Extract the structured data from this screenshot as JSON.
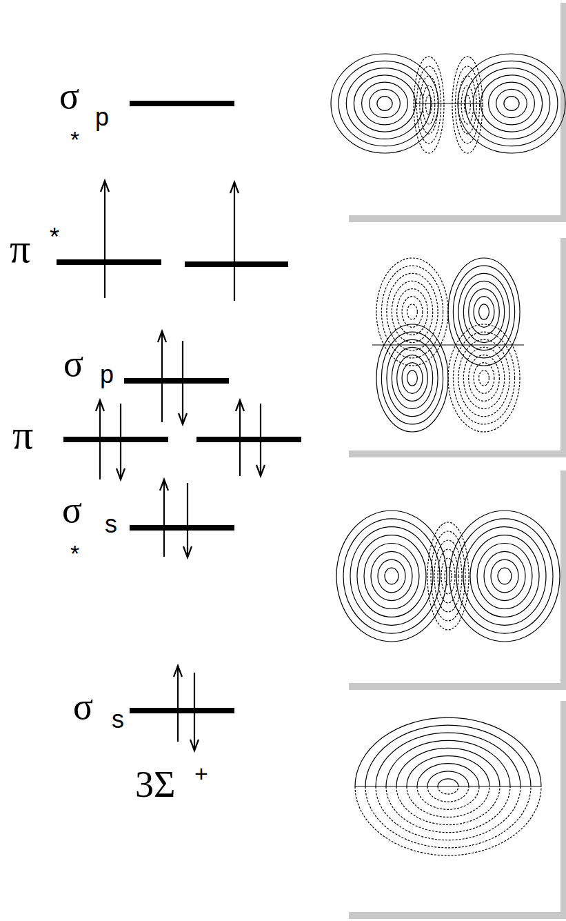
{
  "diagram": {
    "labels": [
      "σ",
      "*",
      "p",
      "π",
      "*",
      "σ",
      "p",
      "π",
      "σ",
      "*",
      "s",
      "σ",
      "s",
      "3Σ",
      "+"
    ]
  }
}
